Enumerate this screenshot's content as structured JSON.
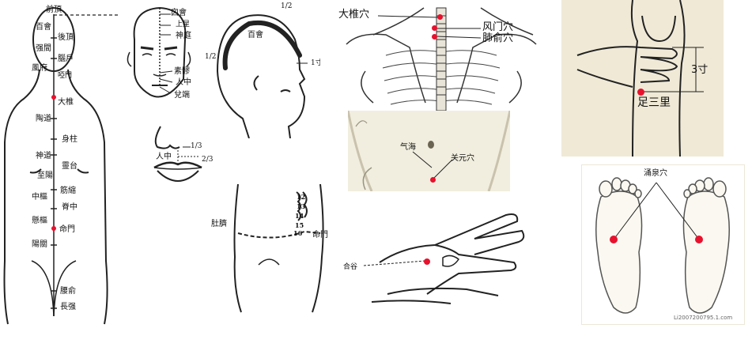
{
  "colors": {
    "acupoint": "#e8112d",
    "paper": "#ffffff",
    "beige": "#efe9d6",
    "skin": "#f1eedf"
  },
  "back_chart": {
    "top_labels": [
      "前頂",
      "百會",
      "後頂",
      "强間",
      "腦戶",
      "風府",
      "啞門"
    ],
    "spine_labels": [
      "大椎",
      "陶道",
      "身柱",
      "神道",
      "靈台",
      "至陽",
      "筋縮",
      "中樞",
      "脊中",
      "懸樞",
      "命門",
      "陽關",
      "腰俞",
      "長强"
    ]
  },
  "face_front": {
    "labels": [
      "囟會",
      "上星",
      "神庭",
      "素髎",
      "人中",
      "兌端"
    ]
  },
  "head_side": {
    "labels": [
      "1/2",
      "百會",
      "1/2",
      "1寸"
    ]
  },
  "mouth": {
    "labels": [
      "1/3",
      "人中",
      "2/3"
    ]
  },
  "waist": {
    "labels": [
      "肚臍",
      "命門"
    ],
    "vertebrae": [
      "12",
      "13",
      "14",
      "15",
      "16"
    ]
  },
  "upper_back": {
    "labels": [
      "大椎穴",
      "风门穴",
      "肺俞穴"
    ]
  },
  "abdomen": {
    "labels": [
      "气海",
      "关元穴"
    ]
  },
  "hand": {
    "labels": [
      "合谷"
    ]
  },
  "leg": {
    "labels": [
      "3寸",
      "足三里"
    ]
  },
  "feet": {
    "labels": [
      "涌泉穴"
    ],
    "watermark": "Li2007200795.1.com"
  }
}
